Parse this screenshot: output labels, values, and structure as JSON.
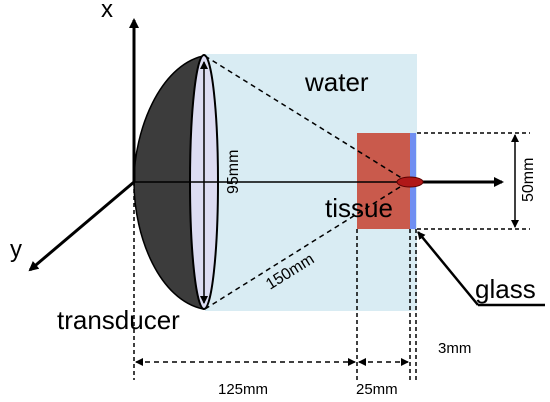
{
  "labels": {
    "axis_x": "x",
    "axis_y": "y",
    "water": "water",
    "tissue": "tissue",
    "glass": "glass",
    "transducer": "transducer",
    "aperture": "95mm",
    "focal_length": "150mm",
    "height": "50mm",
    "distance_water": "125mm",
    "distance_tissue": "25mm",
    "glass_thickness": "3mm"
  },
  "colors": {
    "water": "#d9ecf3",
    "tissue": "#c95a4c",
    "glass": "#6f8ff2",
    "transducer_dark": "#3c3c3c",
    "transducer_face": "#dcdcf2",
    "focus_spot": "#b01818"
  }
}
